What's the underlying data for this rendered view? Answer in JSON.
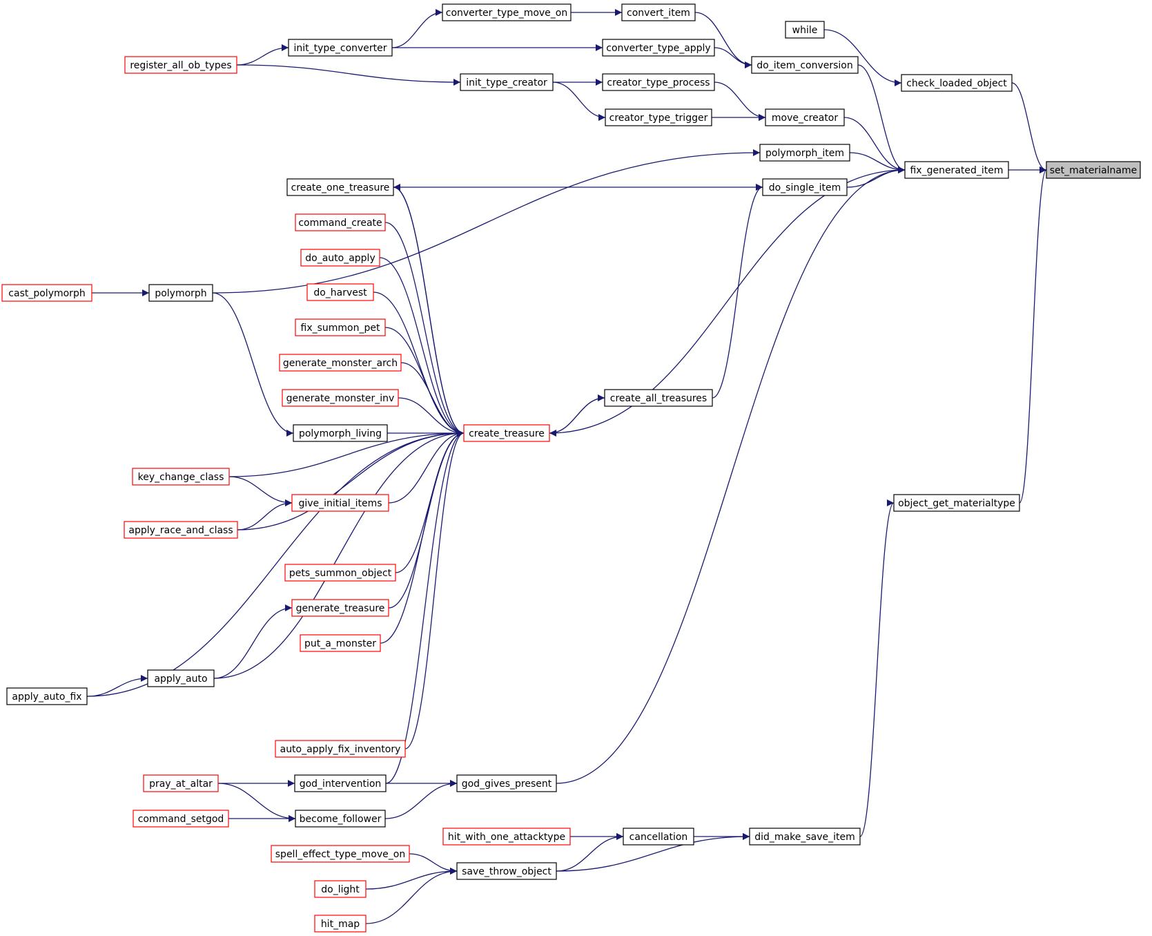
{
  "diagram": {
    "colors": {
      "edge": "#191970",
      "border_default": "#000000",
      "border_truncated": "#ff0000",
      "fill_focus": "#bfbfbf",
      "fill_default": "#ffffff"
    },
    "nodes": [
      {
        "id": "set_materialname",
        "label": "set_materialname",
        "style": "focus"
      },
      {
        "id": "fix_generated_item",
        "label": "fix_generated_item",
        "style": "normal"
      },
      {
        "id": "check_loaded_object",
        "label": "check_loaded_object",
        "style": "normal"
      },
      {
        "id": "object_get_materialtype",
        "label": "object_get_materialtype",
        "style": "normal"
      },
      {
        "id": "while",
        "label": "while",
        "style": "normal"
      },
      {
        "id": "do_item_conversion",
        "label": "do_item_conversion",
        "style": "normal"
      },
      {
        "id": "move_creator",
        "label": "move_creator",
        "style": "normal"
      },
      {
        "id": "polymorph_item",
        "label": "polymorph_item",
        "style": "normal"
      },
      {
        "id": "do_single_item",
        "label": "do_single_item",
        "style": "normal"
      },
      {
        "id": "convert_item",
        "label": "convert_item",
        "style": "normal"
      },
      {
        "id": "converter_type_move_on",
        "label": "converter_type_move_on",
        "style": "normal"
      },
      {
        "id": "converter_type_apply",
        "label": "converter_type_apply",
        "style": "normal"
      },
      {
        "id": "init_type_converter",
        "label": "init_type_converter",
        "style": "normal"
      },
      {
        "id": "register_all_ob_types",
        "label": "register_all_ob_types",
        "style": "truncated"
      },
      {
        "id": "init_type_creator",
        "label": "init_type_creator",
        "style": "normal"
      },
      {
        "id": "creator_type_process",
        "label": "creator_type_process",
        "style": "normal"
      },
      {
        "id": "creator_type_trigger",
        "label": "creator_type_trigger",
        "style": "normal"
      },
      {
        "id": "polymorph",
        "label": "polymorph",
        "style": "normal"
      },
      {
        "id": "cast_polymorph",
        "label": "cast_polymorph",
        "style": "truncated"
      },
      {
        "id": "create_one_treasure",
        "label": "create_one_treasure",
        "style": "normal"
      },
      {
        "id": "create_all_treasures",
        "label": "create_all_treasures",
        "style": "normal"
      },
      {
        "id": "create_treasure",
        "label": "create_treasure",
        "style": "truncated"
      },
      {
        "id": "command_create",
        "label": "command_create",
        "style": "truncated"
      },
      {
        "id": "do_auto_apply",
        "label": "do_auto_apply",
        "style": "truncated"
      },
      {
        "id": "do_harvest",
        "label": "do_harvest",
        "style": "truncated"
      },
      {
        "id": "fix_summon_pet",
        "label": "fix_summon_pet",
        "style": "truncated"
      },
      {
        "id": "generate_monster_arch",
        "label": "generate_monster_arch",
        "style": "truncated"
      },
      {
        "id": "generate_monster_inv",
        "label": "generate_monster_inv",
        "style": "truncated"
      },
      {
        "id": "polymorph_living",
        "label": "polymorph_living",
        "style": "normal"
      },
      {
        "id": "key_change_class",
        "label": "key_change_class",
        "style": "truncated"
      },
      {
        "id": "give_initial_items",
        "label": "give_initial_items",
        "style": "truncated"
      },
      {
        "id": "apply_race_and_class",
        "label": "apply_race_and_class",
        "style": "truncated"
      },
      {
        "id": "pets_summon_object",
        "label": "pets_summon_object",
        "style": "truncated"
      },
      {
        "id": "generate_treasure",
        "label": "generate_treasure",
        "style": "truncated"
      },
      {
        "id": "put_a_monster",
        "label": "put_a_monster",
        "style": "truncated"
      },
      {
        "id": "apply_auto",
        "label": "apply_auto",
        "style": "normal"
      },
      {
        "id": "apply_auto_fix",
        "label": "apply_auto_fix",
        "style": "normal"
      },
      {
        "id": "auto_apply_fix_inventory",
        "label": "auto_apply_fix_inventory",
        "style": "truncated"
      },
      {
        "id": "god_intervention",
        "label": "god_intervention",
        "style": "normal"
      },
      {
        "id": "god_gives_present",
        "label": "god_gives_present",
        "style": "normal"
      },
      {
        "id": "pray_at_altar",
        "label": "pray_at_altar",
        "style": "truncated"
      },
      {
        "id": "become_follower",
        "label": "become_follower",
        "style": "normal"
      },
      {
        "id": "command_setgod",
        "label": "command_setgod",
        "style": "truncated"
      },
      {
        "id": "hit_with_one_attacktype",
        "label": "hit_with_one_attacktype",
        "style": "truncated"
      },
      {
        "id": "cancellation",
        "label": "cancellation",
        "style": "normal"
      },
      {
        "id": "did_make_save_item",
        "label": "did_make_save_item",
        "style": "normal"
      },
      {
        "id": "spell_effect_type_move_on",
        "label": "spell_effect_type_move_on",
        "style": "truncated"
      },
      {
        "id": "save_throw_object",
        "label": "save_throw_object",
        "style": "normal"
      },
      {
        "id": "do_light",
        "label": "do_light",
        "style": "truncated"
      },
      {
        "id": "hit_map",
        "label": "hit_map",
        "style": "truncated"
      }
    ],
    "edges": [
      {
        "from": "fix_generated_item",
        "to": "set_materialname"
      },
      {
        "from": "check_loaded_object",
        "to": "set_materialname"
      },
      {
        "from": "object_get_materialtype",
        "to": "set_materialname"
      },
      {
        "from": "while",
        "to": "check_loaded_object"
      },
      {
        "from": "do_item_conversion",
        "to": "fix_generated_item"
      },
      {
        "from": "move_creator",
        "to": "fix_generated_item"
      },
      {
        "from": "polymorph_item",
        "to": "fix_generated_item"
      },
      {
        "from": "do_single_item",
        "to": "fix_generated_item"
      },
      {
        "from": "create_treasure",
        "to": "fix_generated_item"
      },
      {
        "from": "god_gives_present",
        "to": "fix_generated_item"
      },
      {
        "from": "convert_item",
        "to": "do_item_conversion"
      },
      {
        "from": "converter_type_apply",
        "to": "do_item_conversion"
      },
      {
        "from": "converter_type_move_on",
        "to": "convert_item"
      },
      {
        "from": "init_type_converter",
        "to": "converter_type_move_on"
      },
      {
        "from": "init_type_converter",
        "to": "converter_type_apply"
      },
      {
        "from": "register_all_ob_types",
        "to": "init_type_converter"
      },
      {
        "from": "register_all_ob_types",
        "to": "init_type_creator"
      },
      {
        "from": "init_type_creator",
        "to": "creator_type_process"
      },
      {
        "from": "init_type_creator",
        "to": "creator_type_trigger"
      },
      {
        "from": "creator_type_process",
        "to": "move_creator"
      },
      {
        "from": "creator_type_trigger",
        "to": "move_creator"
      },
      {
        "from": "polymorph",
        "to": "polymorph_item"
      },
      {
        "from": "polymorph",
        "to": "polymorph_living"
      },
      {
        "from": "cast_polymorph",
        "to": "polymorph"
      },
      {
        "from": "create_one_treasure",
        "to": "do_single_item"
      },
      {
        "from": "create_all_treasures",
        "to": "do_single_item"
      },
      {
        "from": "create_treasure",
        "to": "create_all_treasures"
      },
      {
        "from": "create_all_treasures",
        "to": "create_treasure"
      },
      {
        "from": "create_treasure",
        "to": "create_one_treasure"
      },
      {
        "from": "create_one_treasure",
        "to": "create_treasure"
      },
      {
        "from": "command_create",
        "to": "create_treasure"
      },
      {
        "from": "do_auto_apply",
        "to": "create_treasure"
      },
      {
        "from": "do_harvest",
        "to": "create_treasure"
      },
      {
        "from": "fix_summon_pet",
        "to": "create_treasure"
      },
      {
        "from": "generate_monster_arch",
        "to": "create_treasure"
      },
      {
        "from": "generate_monster_inv",
        "to": "create_treasure"
      },
      {
        "from": "polymorph_living",
        "to": "create_treasure"
      },
      {
        "from": "key_change_class",
        "to": "create_treasure"
      },
      {
        "from": "key_change_class",
        "to": "give_initial_items"
      },
      {
        "from": "give_initial_items",
        "to": "create_treasure"
      },
      {
        "from": "apply_race_and_class",
        "to": "give_initial_items"
      },
      {
        "from": "apply_race_and_class",
        "to": "create_treasure"
      },
      {
        "from": "pets_summon_object",
        "to": "create_treasure"
      },
      {
        "from": "generate_treasure",
        "to": "create_treasure"
      },
      {
        "from": "put_a_monster",
        "to": "create_treasure"
      },
      {
        "from": "apply_auto",
        "to": "create_treasure"
      },
      {
        "from": "apply_auto",
        "to": "generate_treasure"
      },
      {
        "from": "apply_auto_fix",
        "to": "apply_auto"
      },
      {
        "from": "apply_auto_fix",
        "to": "create_treasure"
      },
      {
        "from": "auto_apply_fix_inventory",
        "to": "create_treasure"
      },
      {
        "from": "god_intervention",
        "to": "create_treasure"
      },
      {
        "from": "pray_at_altar",
        "to": "god_intervention"
      },
      {
        "from": "pray_at_altar",
        "to": "become_follower"
      },
      {
        "from": "command_setgod",
        "to": "become_follower"
      },
      {
        "from": "god_intervention",
        "to": "god_gives_present"
      },
      {
        "from": "become_follower",
        "to": "god_gives_present"
      },
      {
        "from": "did_make_save_item",
        "to": "object_get_materialtype"
      },
      {
        "from": "cancellation",
        "to": "did_make_save_item"
      },
      {
        "from": "save_throw_object",
        "to": "did_make_save_item"
      },
      {
        "from": "hit_with_one_attacktype",
        "to": "cancellation"
      },
      {
        "from": "save_throw_object",
        "to": "cancellation"
      },
      {
        "from": "spell_effect_type_move_on",
        "to": "save_throw_object"
      },
      {
        "from": "do_light",
        "to": "save_throw_object"
      },
      {
        "from": "hit_map",
        "to": "save_throw_object"
      }
    ]
  }
}
